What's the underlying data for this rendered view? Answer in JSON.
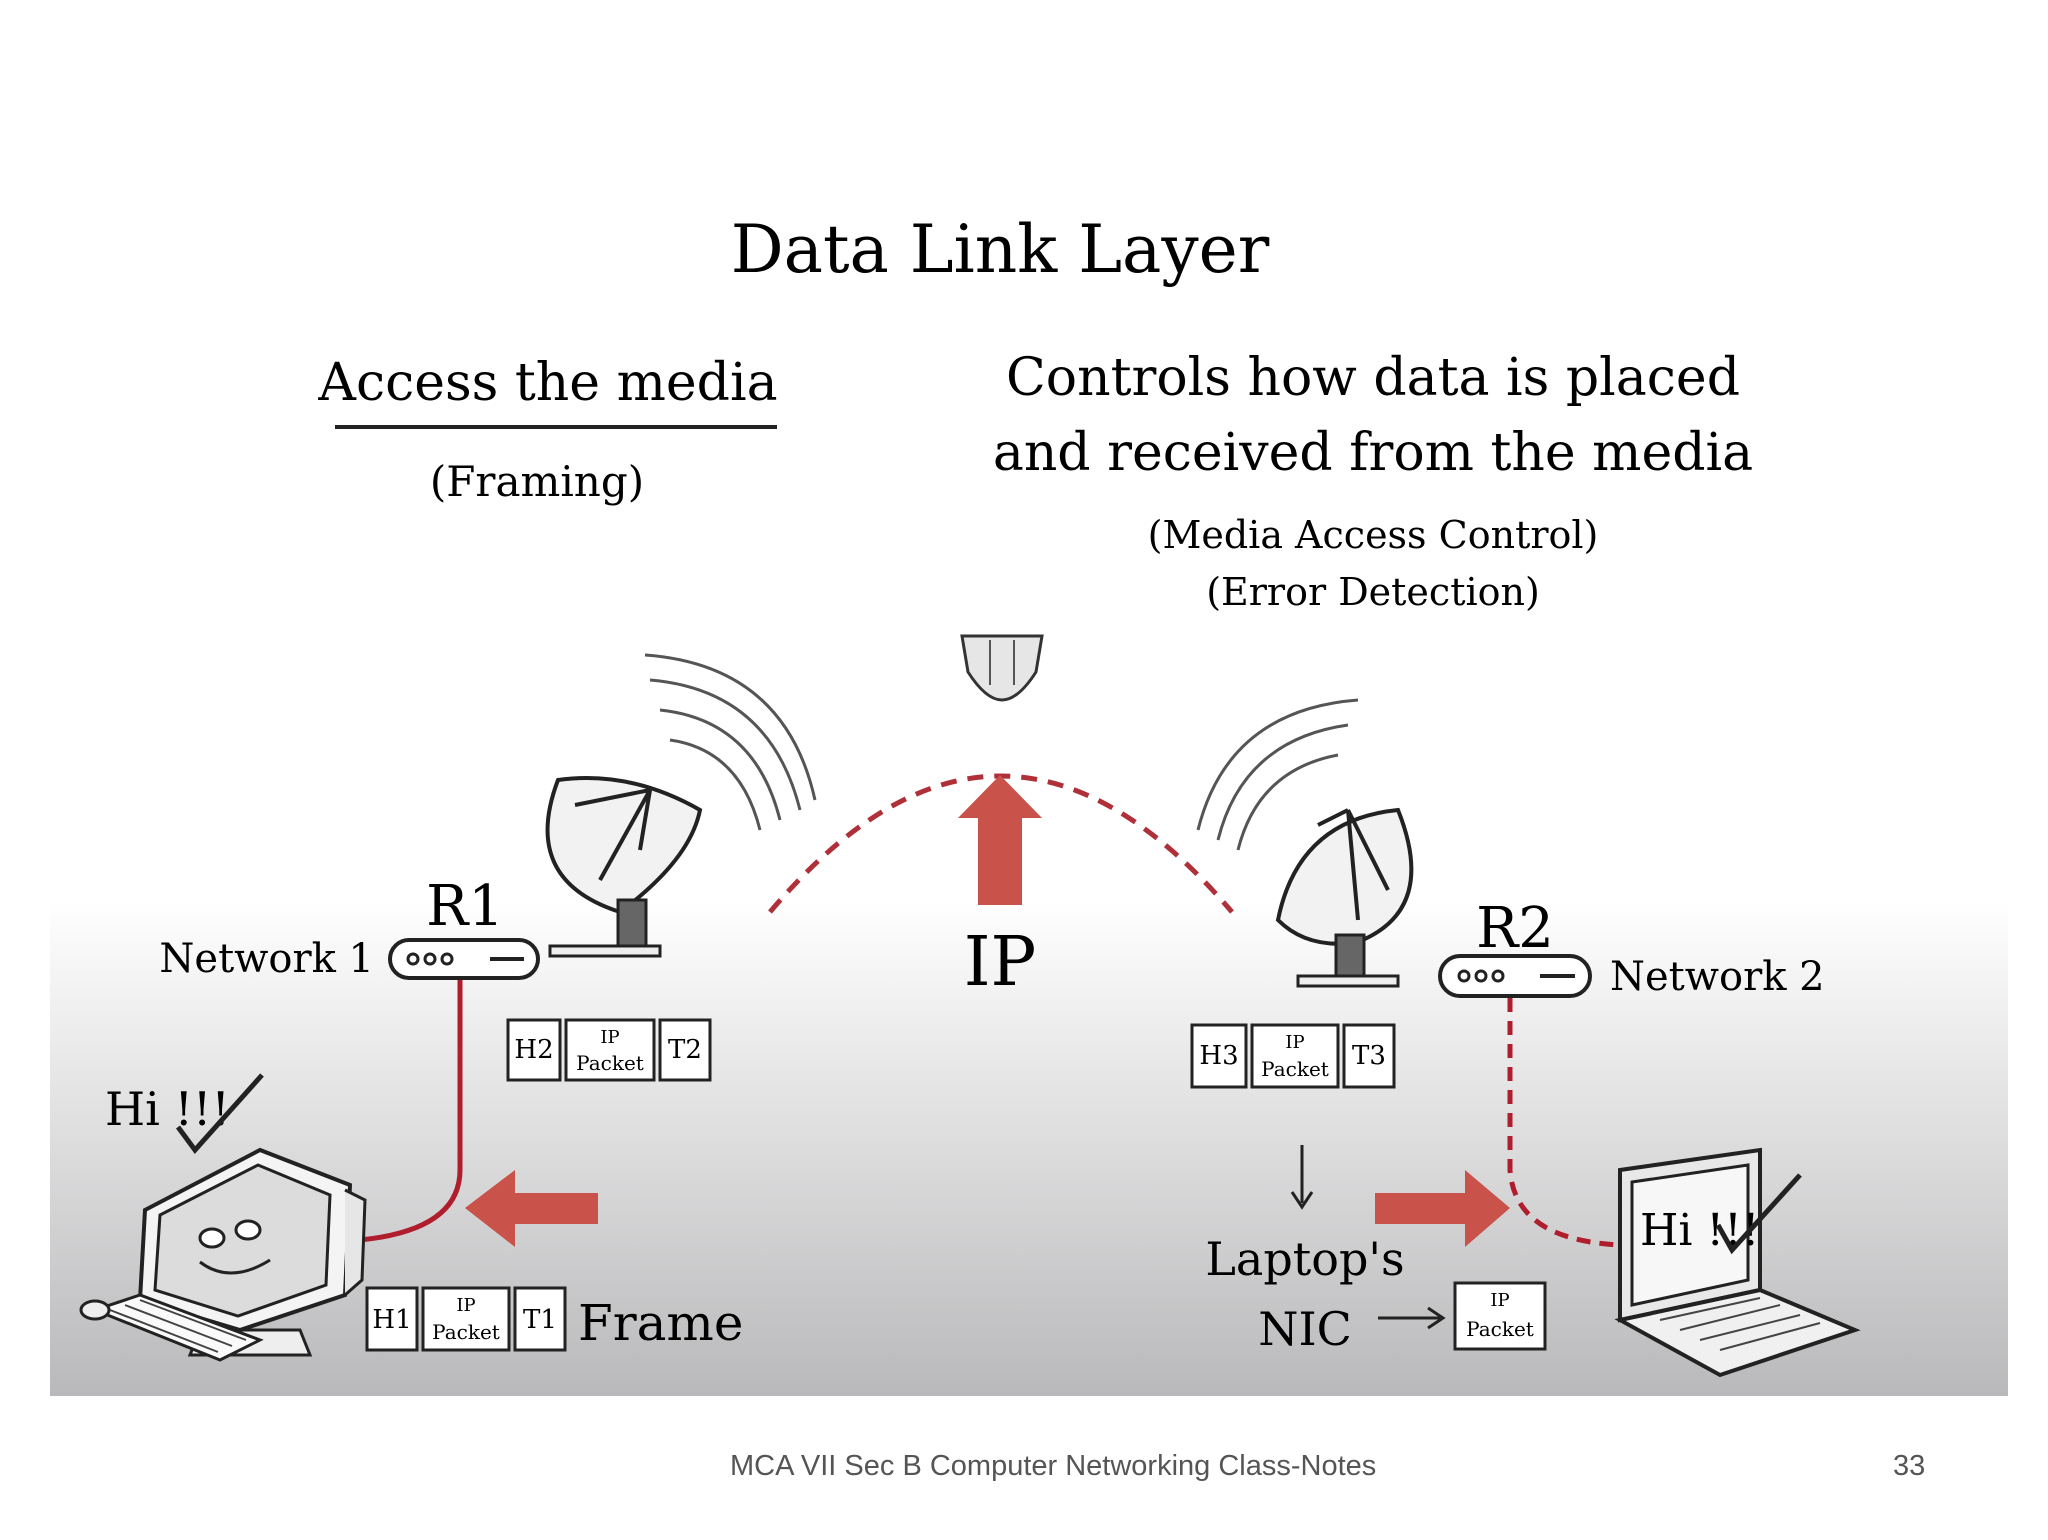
{
  "slide": {
    "title": "Data Link Layer",
    "left_heading": "Access the media",
    "left_sub": "(Framing)",
    "right_heading_line1": "Controls how data is placed",
    "right_heading_line2": "and received from the media",
    "right_sub1": "(Media Access Control)",
    "right_sub2": "(Error Detection)"
  },
  "diagram": {
    "ip_label": "IP",
    "router1": {
      "name": "R1",
      "network": "Network 1"
    },
    "router2": {
      "name": "R2",
      "network": "Network 2"
    },
    "frame_r1": {
      "header": "H2",
      "payload_line1": "IP",
      "payload_line2": "Packet",
      "trailer": "T2"
    },
    "frame_r2": {
      "header": "H3",
      "payload_line1": "IP",
      "payload_line2": "Packet",
      "trailer": "T3"
    },
    "frame_pc": {
      "header": "H1",
      "payload_line1": "IP",
      "payload_line2": "Packet",
      "trailer": "T1",
      "label": "Frame"
    },
    "nic": {
      "line1": "Laptop's",
      "line2": "NIC",
      "packet_line1": "IP",
      "packet_line2": "Packet"
    },
    "pc_message": "Hi !!!",
    "laptop_message": "Hi !!!",
    "accent_color": "#c9524a",
    "cable_color": "#b01e2e"
  },
  "footer": {
    "course": "MCA  VII Sec B Computer Networking  Class-Notes",
    "page": "33"
  }
}
